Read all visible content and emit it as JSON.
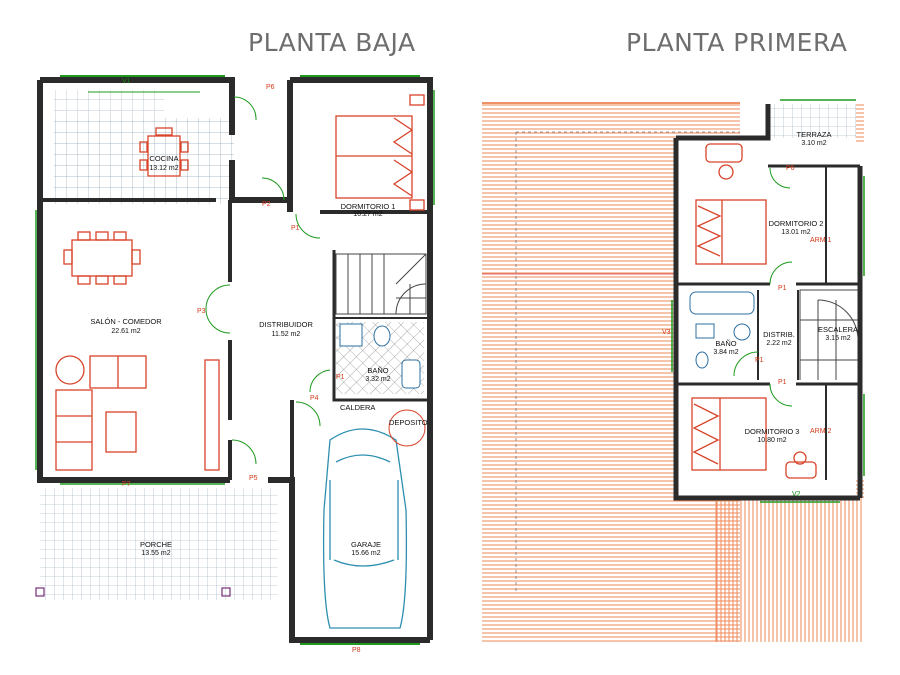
{
  "titles": {
    "ground": "PLANTA BAJA",
    "first": "PLANTA PRIMERA"
  },
  "ground_floor": {
    "rooms": {
      "cocina": {
        "name": "COCINA",
        "area": "13.12 m2"
      },
      "dormitorio1": {
        "name": "DORMITORIO 1",
        "area": "10.27 m2"
      },
      "salon": {
        "name": "SALÓN - COMEDOR",
        "area": "22.61 m2"
      },
      "distribuidor": {
        "name": "DISTRIBUIDOR",
        "area": "11.52 m2"
      },
      "bano": {
        "name": "BAÑO",
        "area": "3.32 m2"
      },
      "garaje": {
        "name": "GARAJE",
        "area": "15.66 m2"
      },
      "porche": {
        "name": "PORCHE",
        "area": "13.55 m2"
      }
    },
    "labels": {
      "caldera": "CALDERA",
      "deposito": "DEPOSITO",
      "v1": "V1",
      "p1a": "P1",
      "p1b": "P1",
      "p2": "P2",
      "p3": "P3",
      "p4": "P4",
      "p5": "P5",
      "p6": "P6",
      "p7": "P7",
      "p8": "P8"
    }
  },
  "first_floor": {
    "rooms": {
      "terraza": {
        "name": "TERRAZA",
        "area": "3.10 m2"
      },
      "dormitorio2": {
        "name": "DORMITORIO 2",
        "area": "13.01 m2"
      },
      "distrib": {
        "name": "DISTRIB.",
        "area": "2.22 m2"
      },
      "escalera": {
        "name": "ESCALERA",
        "area": "3.15 m2"
      },
      "bano": {
        "name": "BAÑO",
        "area": "3.84 m2"
      },
      "dormitorio3": {
        "name": "DORMITORIO 3",
        "area": "10.80 m2"
      }
    },
    "labels": {
      "arm1": "ARM 1",
      "arm2": "ARM 2",
      "v2": "V2",
      "v3": "V3",
      "p1a": "P1",
      "p1b": "P1",
      "p1c": "P1",
      "p6": "P6"
    }
  },
  "colors": {
    "wall": "#2b2b2b",
    "window": "#1f9a1f",
    "furniture": "#d9432a",
    "roof": "#ef9166",
    "tile": "#6a8fa8",
    "title": "#6e6e6e"
  }
}
